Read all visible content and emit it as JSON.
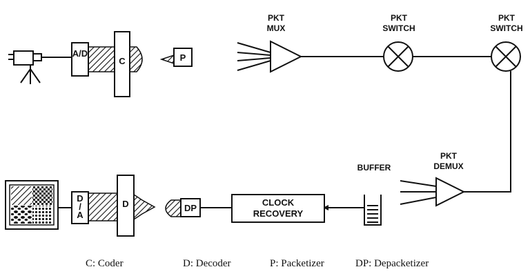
{
  "nodes": {
    "ad": "A/D",
    "coder": "C",
    "packetizer": "P",
    "pkt_mux": [
      "PKT",
      "MUX"
    ],
    "pkt_switch_1": [
      "PKT",
      "SWITCH"
    ],
    "pkt_switch_2": [
      "PKT",
      "SWITCH"
    ],
    "pkt_demux": [
      "PKT",
      "DEMUX"
    ],
    "buffer": "BUFFER",
    "clock_recovery": [
      "CLOCK",
      "RECOVERY"
    ],
    "depacketizer": "DP",
    "decoder": "D",
    "da": [
      "D",
      "/",
      "A"
    ]
  },
  "legend": [
    "C: Coder",
    "D: Decoder",
    "P: Packetizer",
    "DP: Depacketizer"
  ]
}
